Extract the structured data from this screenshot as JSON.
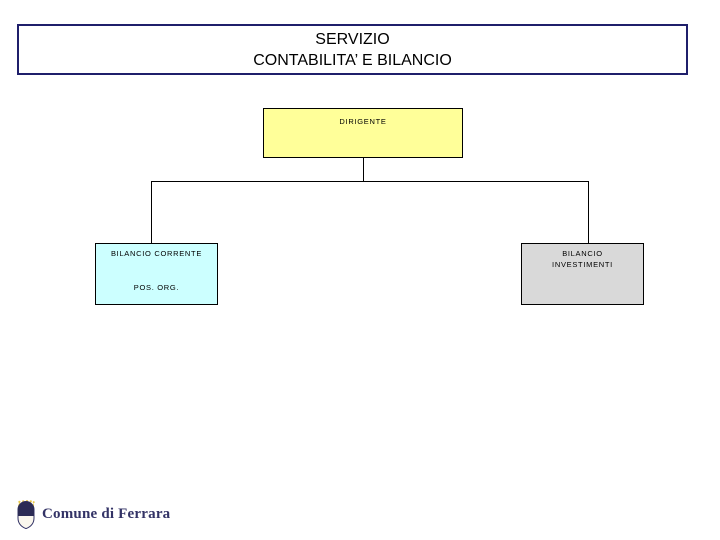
{
  "header": {
    "title_line1": "SERVIZIO",
    "title_line2": "CONTABILITA’ E BILANCIO"
  },
  "chart_nodes": {
    "root": {
      "label": "DIRIGENTE",
      "fill": "#FFFF99"
    },
    "children": [
      {
        "label": "BILANCIO CORRENTE",
        "sublabel": "POS. ORG.",
        "fill": "#CCFFFF"
      },
      {
        "label": "BILANCIO\nINVESTIMENTI",
        "sublabel": "",
        "fill": "#D9D9D9"
      }
    ]
  },
  "footer": {
    "organization": "Comune di Ferrara",
    "crest_icon": "ferrara-crest-icon",
    "text_color": "#333366",
    "crown_color": "#E8C84A"
  }
}
